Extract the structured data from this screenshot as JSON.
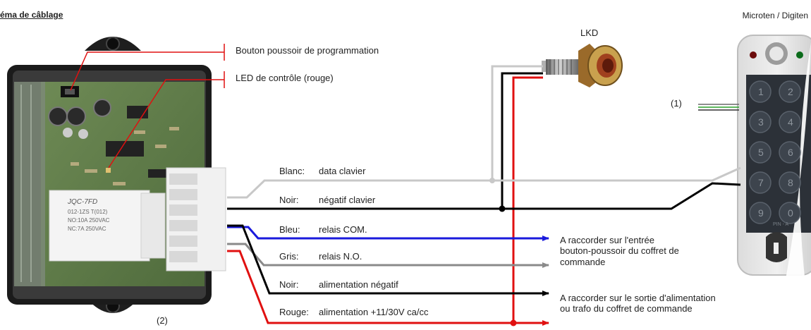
{
  "header": {
    "title": "éma de câblage",
    "brand": "Microten / Digiten"
  },
  "controller": {
    "number_label": "(2)",
    "relay_label_line1": "JQC-7FD",
    "relay_label_line2": "012-1ZS T(012)",
    "relay_label_line3": "NO:10A 250VAC",
    "relay_label_line4": "NC:7A 250VAC"
  },
  "callouts": {
    "program_button": "Bouton poussoir de programmation",
    "control_led": "LED de contrôle (rouge)"
  },
  "lkd": {
    "label": "LKD"
  },
  "keypad": {
    "cable_label": "(1)",
    "keys": [
      "1",
      "2",
      "3",
      "4",
      "5",
      "6",
      "7",
      "8",
      "9",
      "0"
    ],
    "model_mark": "PIN - A"
  },
  "wires": [
    {
      "color_name": "Blanc:",
      "function": "data clavier",
      "color": "#c8c8c8"
    },
    {
      "color_name": "Noir:",
      "function": "négatif clavier",
      "color": "#000000"
    },
    {
      "color_name": "Bleu:",
      "function": "relais COM.",
      "color": "#1a1adc"
    },
    {
      "color_name": "Gris:",
      "function": "relais N.O.",
      "color": "#8a8a8a"
    },
    {
      "color_name": "Noir:",
      "function": "alimentation négatif",
      "color": "#000000"
    },
    {
      "color_name": "Rouge:",
      "function": "alimentation +11/30V ca/cc",
      "color": "#e01010"
    }
  ],
  "notes": {
    "pushbutton_line1": "A raccorder sur l'entrée",
    "pushbutton_line2": "bouton-poussoir du coffret de",
    "pushbutton_line3": "commande",
    "power_line1": "A raccorder sur le sortie d'alimentation",
    "power_line2": "ou trafo du coffret de commande"
  }
}
